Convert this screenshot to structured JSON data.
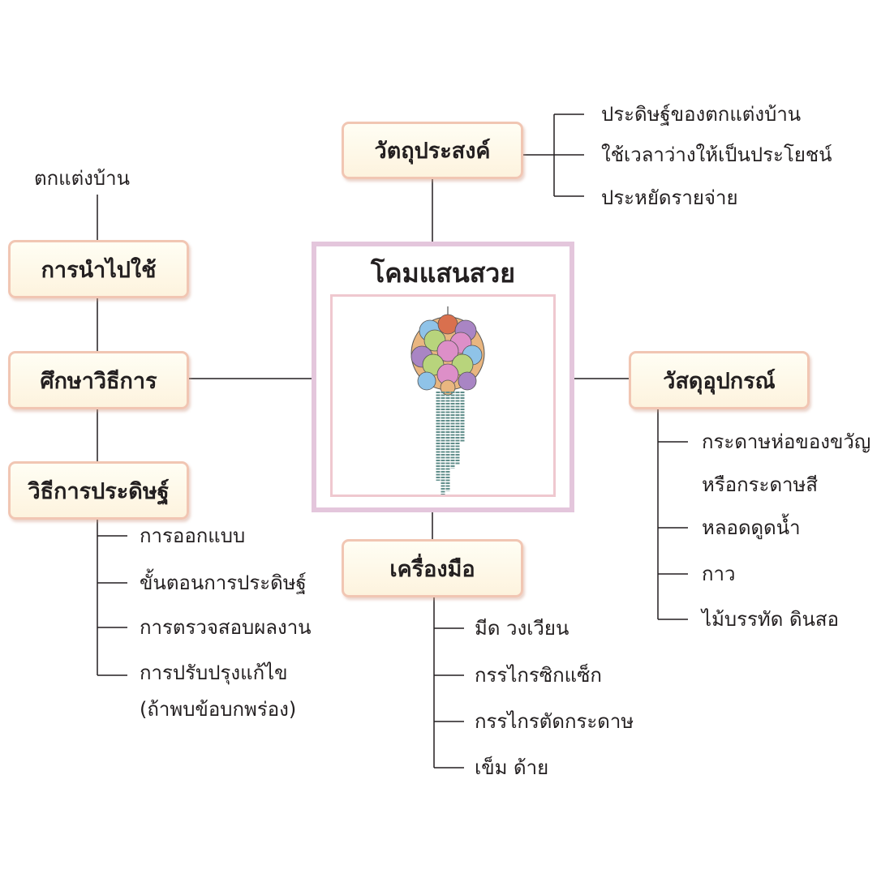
{
  "center": {
    "title": "โคมแสนสวย",
    "image": "paper-lantern-illustration"
  },
  "objective": {
    "label": "วัตถุประสงค์",
    "items": [
      "ประดิษฐ์ของตกแต่งบ้าน",
      "ใช้เวลาว่างให้เป็นประโยชน์",
      "ประหยัดรายจ่าย"
    ]
  },
  "usage": {
    "label": "การนำไปใช้",
    "items": [
      "ตกแต่งบ้าน"
    ]
  },
  "study": {
    "label": "ศึกษาวิธีการ"
  },
  "method": {
    "label": "วิธีการประดิษฐ์",
    "items": [
      "การออกแบบ",
      "ขั้นตอนการประดิษฐ์",
      "การตรวจสอบผลงาน",
      "การปรับปรุงแก้ไข",
      "(ถ้าพบข้อบกพร่อง)"
    ]
  },
  "materials": {
    "label": "วัสดุอุปกรณ์",
    "items": [
      "กระดาษห่อของขวัญ",
      "หรือกระดาษสี",
      "หลอดดูดน้ำ",
      "กาว",
      "ไม้บรรทัด ดินสอ"
    ]
  },
  "tools": {
    "label": "เครื่องมือ",
    "items": [
      "มีด วงเวียน",
      "กรรไกรซิกแซ็ก",
      "กรรไกรตัดกระดาษ",
      "เข็ม ด้าย"
    ]
  },
  "colors": {
    "box_border": "#f1c6b3",
    "frame": "#e4c6dc",
    "line": "#231f20"
  }
}
